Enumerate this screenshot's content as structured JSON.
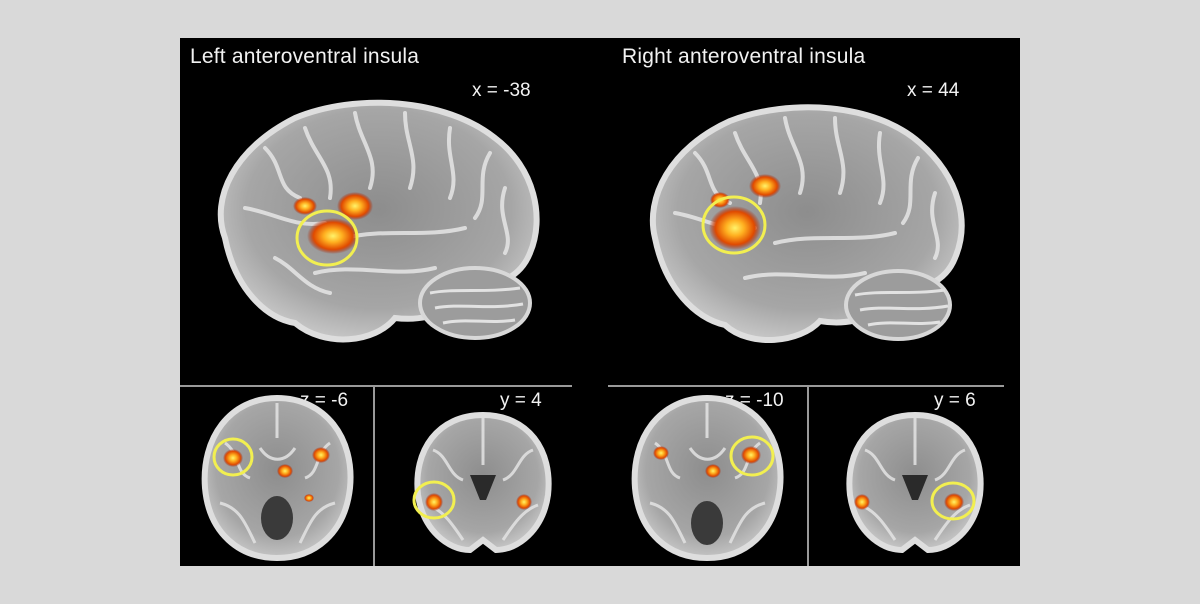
{
  "figure": {
    "left_title": "Left anteroventral insula",
    "right_title": "Right anteroventral insula",
    "left_sagittal_coord": "x = -38",
    "right_sagittal_coord": "x = 44",
    "left_axial_coord": "z = -6",
    "left_coronal_coord": "y = 4",
    "right_axial_coord": "z = -10",
    "right_coronal_coord": "y = 6"
  },
  "colors": {
    "background": "#d9d9d9",
    "figure_bg": "#000000",
    "brain_gray": "#b9b9b9",
    "activation_core": "#ffd040",
    "activation_edge": "#d83a00",
    "highlight_circle": "#f2ef50"
  }
}
